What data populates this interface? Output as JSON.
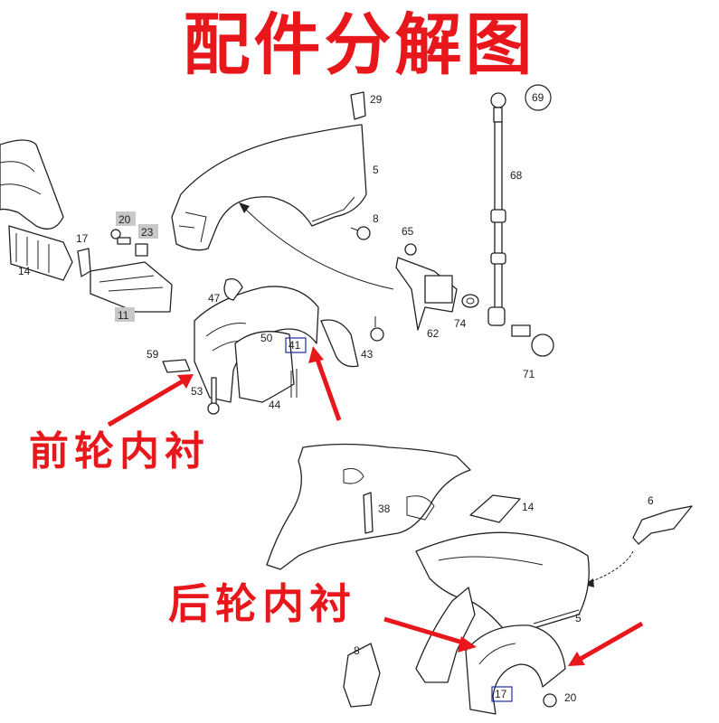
{
  "title": "配件分解图",
  "callouts": {
    "front": "前轮内衬",
    "rear": "后轮内衬"
  },
  "part_numbers": {
    "p29": "29",
    "p69": "69",
    "p5_front": "5",
    "p68": "68",
    "p8_front": "8",
    "p65": "65",
    "p20_front": "20",
    "p23": "23",
    "p17_front": "17",
    "p14_front": "14",
    "p11": "11",
    "p47": "47",
    "p62": "62",
    "p74": "74",
    "p50": "50",
    "p41": "41",
    "p43": "43",
    "p59": "59",
    "p53": "53",
    "p44": "44",
    "p71": "71",
    "p38": "38",
    "p14_rear": "14",
    "p6": "6",
    "p5_rear": "5",
    "p8_rear": "8",
    "p17_rear": "17",
    "p20_rear": "20"
  },
  "colors": {
    "accent": "#e8171b",
    "gray_tag": "#c8c8c8",
    "box_tag": "#1a2aa8"
  }
}
